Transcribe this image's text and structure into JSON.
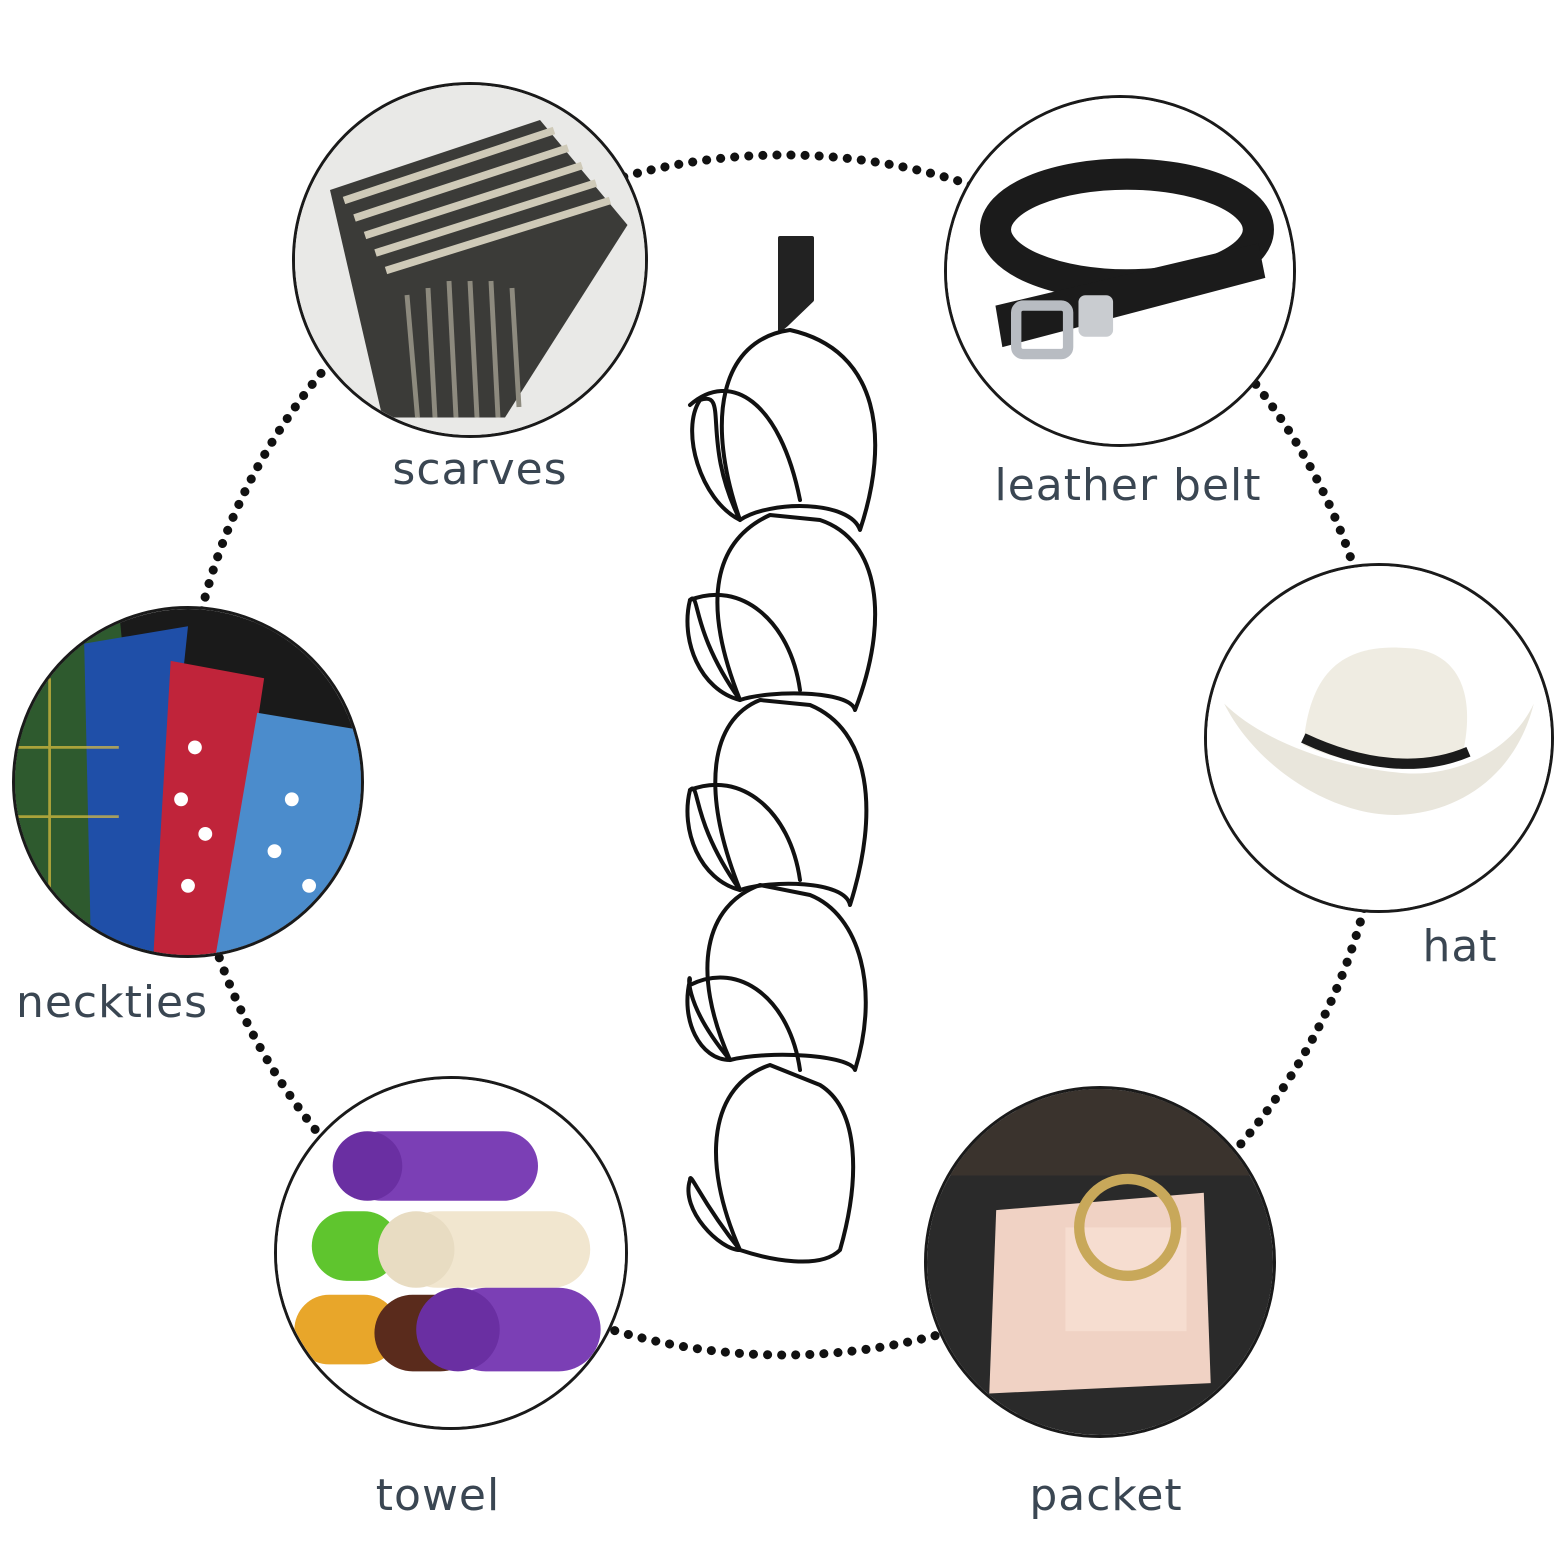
{
  "items": {
    "scarves": {
      "label": "scarves",
      "icon": "scarf-icon"
    },
    "leather_belt": {
      "label": "leather belt",
      "icon": "belt-icon"
    },
    "neckties": {
      "label": "neckties",
      "icon": "necktie-icon"
    },
    "hat": {
      "label": "hat",
      "icon": "cowboy-hat-icon"
    },
    "towel": {
      "label": "towel",
      "icon": "towel-icon"
    },
    "packet": {
      "label": "packet",
      "icon": "handbag-icon"
    }
  },
  "center": {
    "icon": "hook-hanger-icon"
  },
  "colors": {
    "label_text": "#3a4652",
    "outline": "#1a1a1a",
    "dots": "#111111"
  }
}
